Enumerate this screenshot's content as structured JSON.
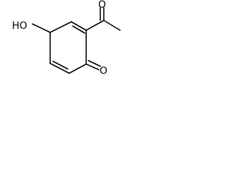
{
  "molecule": {
    "labels": {
      "hydroxyl": "HO",
      "ketone_oxygen": "O",
      "acetyl_oxygen": "O"
    }
  }
}
